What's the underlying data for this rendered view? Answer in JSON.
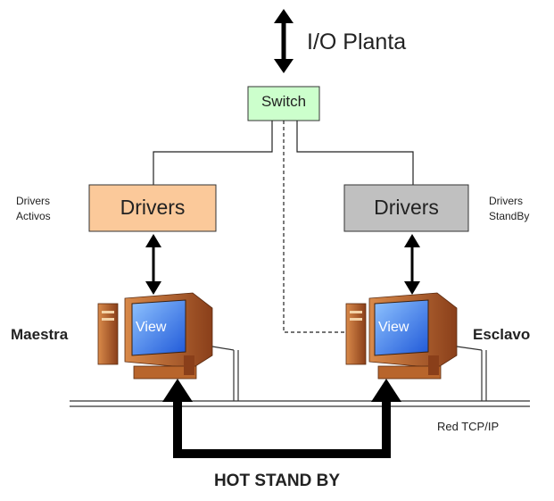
{
  "top_label": "I/O Planta",
  "switch_label": "Switch",
  "left": {
    "box_label": "Drivers",
    "side_label_line1": "Drivers",
    "side_label_line2": "Activos",
    "pc_label": "Maestra",
    "screen_text": "View",
    "box_color": "#fbc99a"
  },
  "right": {
    "box_label": "Drivers",
    "side_label_line1": "Drivers",
    "side_label_line2": "StandBy",
    "pc_label": "Esclavo",
    "screen_text": "View",
    "box_color": "#c0c0c0"
  },
  "network_label": "Red TCP/IP",
  "bottom_label": "HOT STAND BY",
  "colors": {
    "switch_fill": "#ccffcc",
    "screen_blue": "#2f6fe0",
    "monitor_brown": "#a0522d"
  }
}
